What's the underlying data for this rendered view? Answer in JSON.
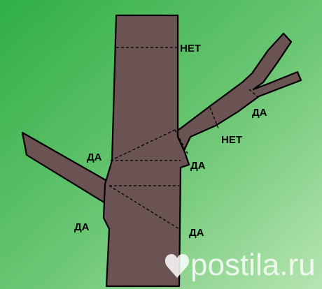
{
  "labels": {
    "top_cut": "НЕТ",
    "upper_right_fork": "ДА",
    "upper_right_middle": "НЕТ",
    "upper_right_base": "ДА",
    "upper_left": "ДА",
    "lower_left": "ДА",
    "lower_right": "ДА"
  },
  "watermark": "postila.ru",
  "colors": {
    "background_top": "#34b34a",
    "background_bottom": "#a8dfa6",
    "tree_fill": "#6b5253",
    "tree_outline": "#000000",
    "label_text": "#000000",
    "watermark": "#ffffff"
  },
  "icons": {
    "watermark": "heart-pin-icon"
  }
}
